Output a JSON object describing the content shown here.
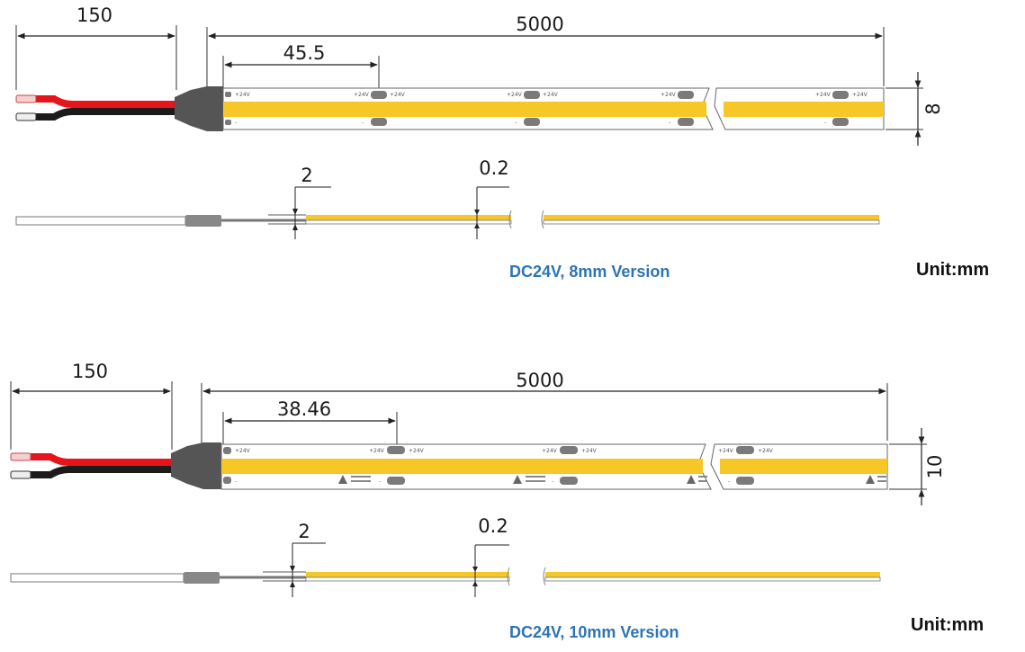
{
  "colors": {
    "led_strip": "#f7c627",
    "wire_red": "#e8141b",
    "wire_black": "#1b1b1b",
    "connector": "#555555",
    "pad": "#7a7a7a",
    "caption": "#2e74b5"
  },
  "versions": [
    {
      "caption": "DC24V, 8mm Version",
      "unit_label": "Unit:mm",
      "dims": {
        "wire_length": "150",
        "strip_length": "5000",
        "segment_length": "45.5",
        "strip_width": "8",
        "thickness": "2",
        "gap": "0.2"
      },
      "pad_plus": "+24V",
      "pad_minus": "-"
    },
    {
      "caption": "DC24V, 10mm Version",
      "unit_label": "Unit:mm",
      "dims": {
        "wire_length": "150",
        "strip_length": "5000",
        "segment_length": "38.46",
        "strip_width": "10",
        "thickness": "2",
        "gap": "0.2"
      },
      "pad_plus": "+24V",
      "pad_minus": "-"
    }
  ]
}
